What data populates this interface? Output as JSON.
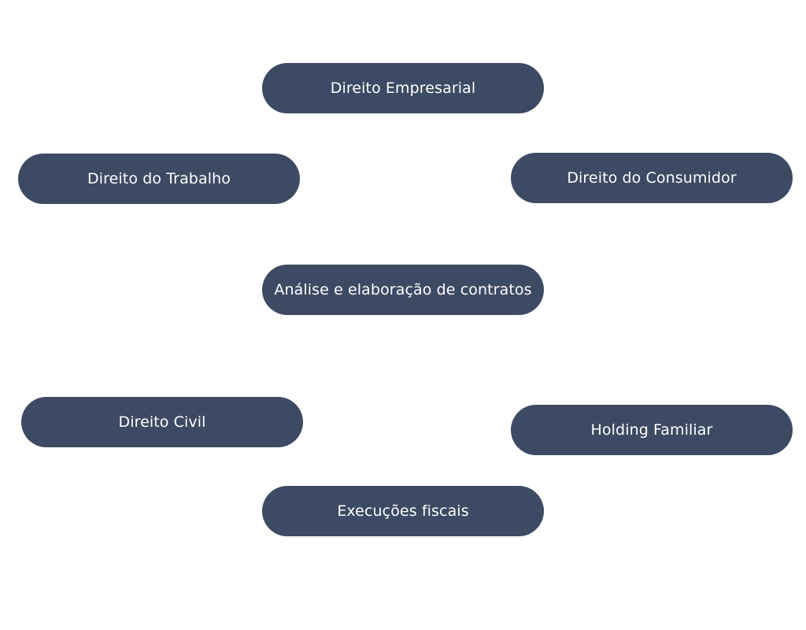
{
  "colors": {
    "pill_background": "#3d4a63",
    "pill_text": "#ffffff",
    "page_background": "#ffffff"
  },
  "practice_areas": [
    {
      "label": "Direito Empresarial"
    },
    {
      "label": "Direito do Trabalho"
    },
    {
      "label": "Direito do Consumidor"
    },
    {
      "label": "Análise e elaboração de contratos"
    },
    {
      "label": "Direito Civil"
    },
    {
      "label": "Holding Familiar"
    },
    {
      "label": "Execuções fiscais"
    }
  ]
}
